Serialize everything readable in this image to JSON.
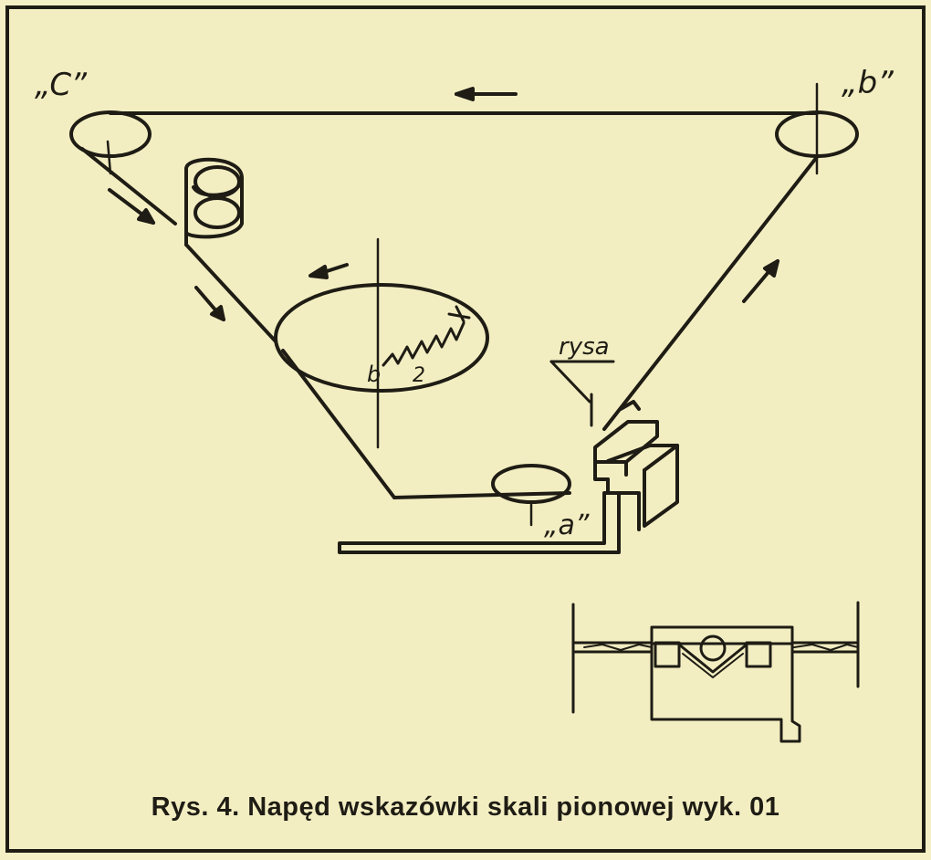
{
  "labels": {
    "pulley_c": "„C”",
    "pulley_b": "„b”",
    "pulley_a": "„a”",
    "rysa": "rysa",
    "spring_mark": "b",
    "spring_number": "2"
  },
  "caption": "Rys. 4. Napęd wskazówki skali pionowej wyk. 01",
  "colors": {
    "ink": "#1e1c14",
    "paper": "#f3eec2"
  }
}
